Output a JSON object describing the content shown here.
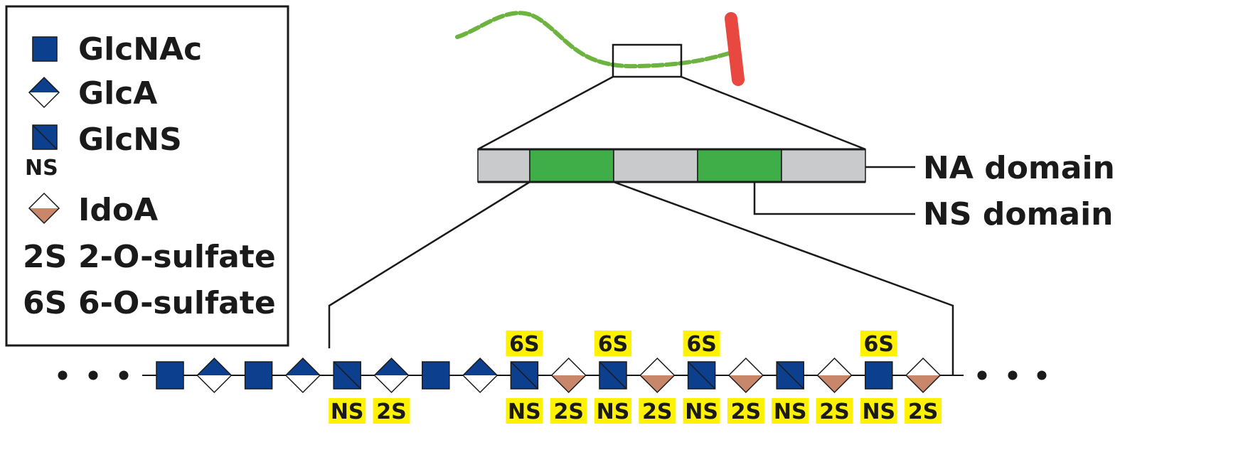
{
  "legend": {
    "items": [
      {
        "symbol": "square",
        "label": "GlcNAc"
      },
      {
        "symbol": "diamond-glca",
        "label": "GlcA"
      },
      {
        "symbol": "square-ns",
        "label": "GlcNS",
        "sub": "NS"
      },
      {
        "symbol": "diamond-idoa",
        "label": "IdoA"
      },
      {
        "symbol": "text",
        "code": "2S",
        "label": "2-O-sulfate"
      },
      {
        "symbol": "text",
        "code": "6S",
        "label": "6-O-sulfate"
      }
    ]
  },
  "domains": {
    "na_label": "NA domain",
    "ns_label": "NS domain",
    "segments": [
      "NA",
      "NS",
      "NA",
      "NS",
      "NA"
    ]
  },
  "chain": {
    "units": [
      {
        "type": "GlcNAc"
      },
      {
        "type": "GlcA"
      },
      {
        "type": "GlcNAc"
      },
      {
        "type": "GlcA"
      },
      {
        "type": "GlcNS",
        "below": "NS"
      },
      {
        "type": "GlcA",
        "below": "2S"
      },
      {
        "type": "GlcNAc"
      },
      {
        "type": "GlcA"
      },
      {
        "type": "GlcNS",
        "above": "6S",
        "below": "NS"
      },
      {
        "type": "IdoA",
        "below": "2S"
      },
      {
        "type": "GlcNS",
        "above": "6S",
        "below": "NS"
      },
      {
        "type": "IdoA",
        "below": "2S"
      },
      {
        "type": "GlcNS",
        "above": "6S",
        "below": "NS"
      },
      {
        "type": "IdoA",
        "below": "2S"
      },
      {
        "type": "GlcNS",
        "below": "NS"
      },
      {
        "type": "IdoA",
        "below": "2S"
      },
      {
        "type": "GlcNAc",
        "above": "6S",
        "below": "NS"
      },
      {
        "type": "IdoA",
        "below": "2S"
      }
    ]
  },
  "colors": {
    "square": "#0d3f8f",
    "idoa": "#c8866b",
    "ns_domain": "#3fae49",
    "na_domain": "#c9cacc",
    "highlight": "#fff200",
    "chain_green": "#6cb33f",
    "core_red": "#e8483f"
  }
}
